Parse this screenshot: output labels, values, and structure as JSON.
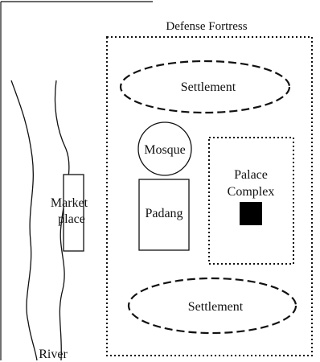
{
  "diagram": {
    "title": "Defense Fortress",
    "settlement_top": "Settlement",
    "settlement_bottom": "Settlement",
    "mosque": "Mosque",
    "padang": "Padang",
    "palace_line1": "Palace",
    "palace_line2": "Complex",
    "market_line1": "Market",
    "market_line2": "place",
    "river": "River"
  },
  "colors": {
    "ink": "#111111",
    "background": "#ffffff"
  }
}
